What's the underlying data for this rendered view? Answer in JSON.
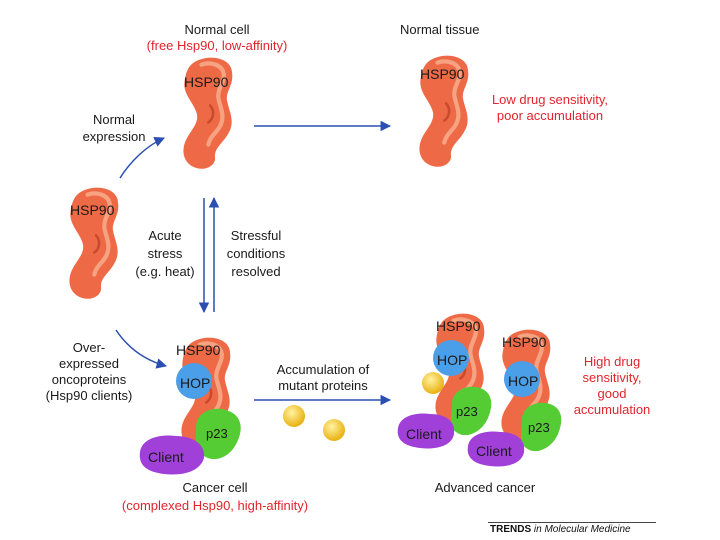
{
  "colors": {
    "hsp90": "#ee6a47",
    "hop": "#4a9fe8",
    "p23": "#55cc33",
    "client": "#a040d8",
    "protein": "#f0c020",
    "arrow": "#2a4fb0",
    "red_text": "#e0252c"
  },
  "normal_cell": {
    "title": "Normal cell",
    "subtitle": "(free Hsp90, low-affinity)"
  },
  "normal_tissue": {
    "title": "Normal tissue",
    "note_line1": "Low drug sensitivity,",
    "note_line2": "poor accumulation"
  },
  "normal_expression": {
    "line1": "Normal",
    "line2": "expression"
  },
  "acute_stress": {
    "line1": "Acute",
    "line2": "stress",
    "line3": "(e.g. heat)"
  },
  "stress_resolved": {
    "line1": "Stressful",
    "line2": "conditions",
    "line3": "resolved"
  },
  "overexpressed": {
    "line1": "Over-",
    "line2": "expressed",
    "line3": "oncoproteins",
    "line4": "(Hsp90 clients)"
  },
  "accumulation": {
    "line1": "Accumulation of",
    "line2": "mutant proteins"
  },
  "cancer_cell": {
    "title": "Cancer cell",
    "subtitle": "(complexed Hsp90, high-affinity)"
  },
  "advanced_cancer": {
    "title": "Advanced cancer",
    "note_line1": "High drug",
    "note_line2": "sensitivity,",
    "note_line3": "good",
    "note_line4": "accumulation"
  },
  "labels": {
    "hsp90": "HSP90",
    "hop": "HOP",
    "p23": "p23",
    "client": "Client"
  },
  "footer": {
    "trends": "TRENDS",
    "rest": " in Molecular Medicine"
  }
}
